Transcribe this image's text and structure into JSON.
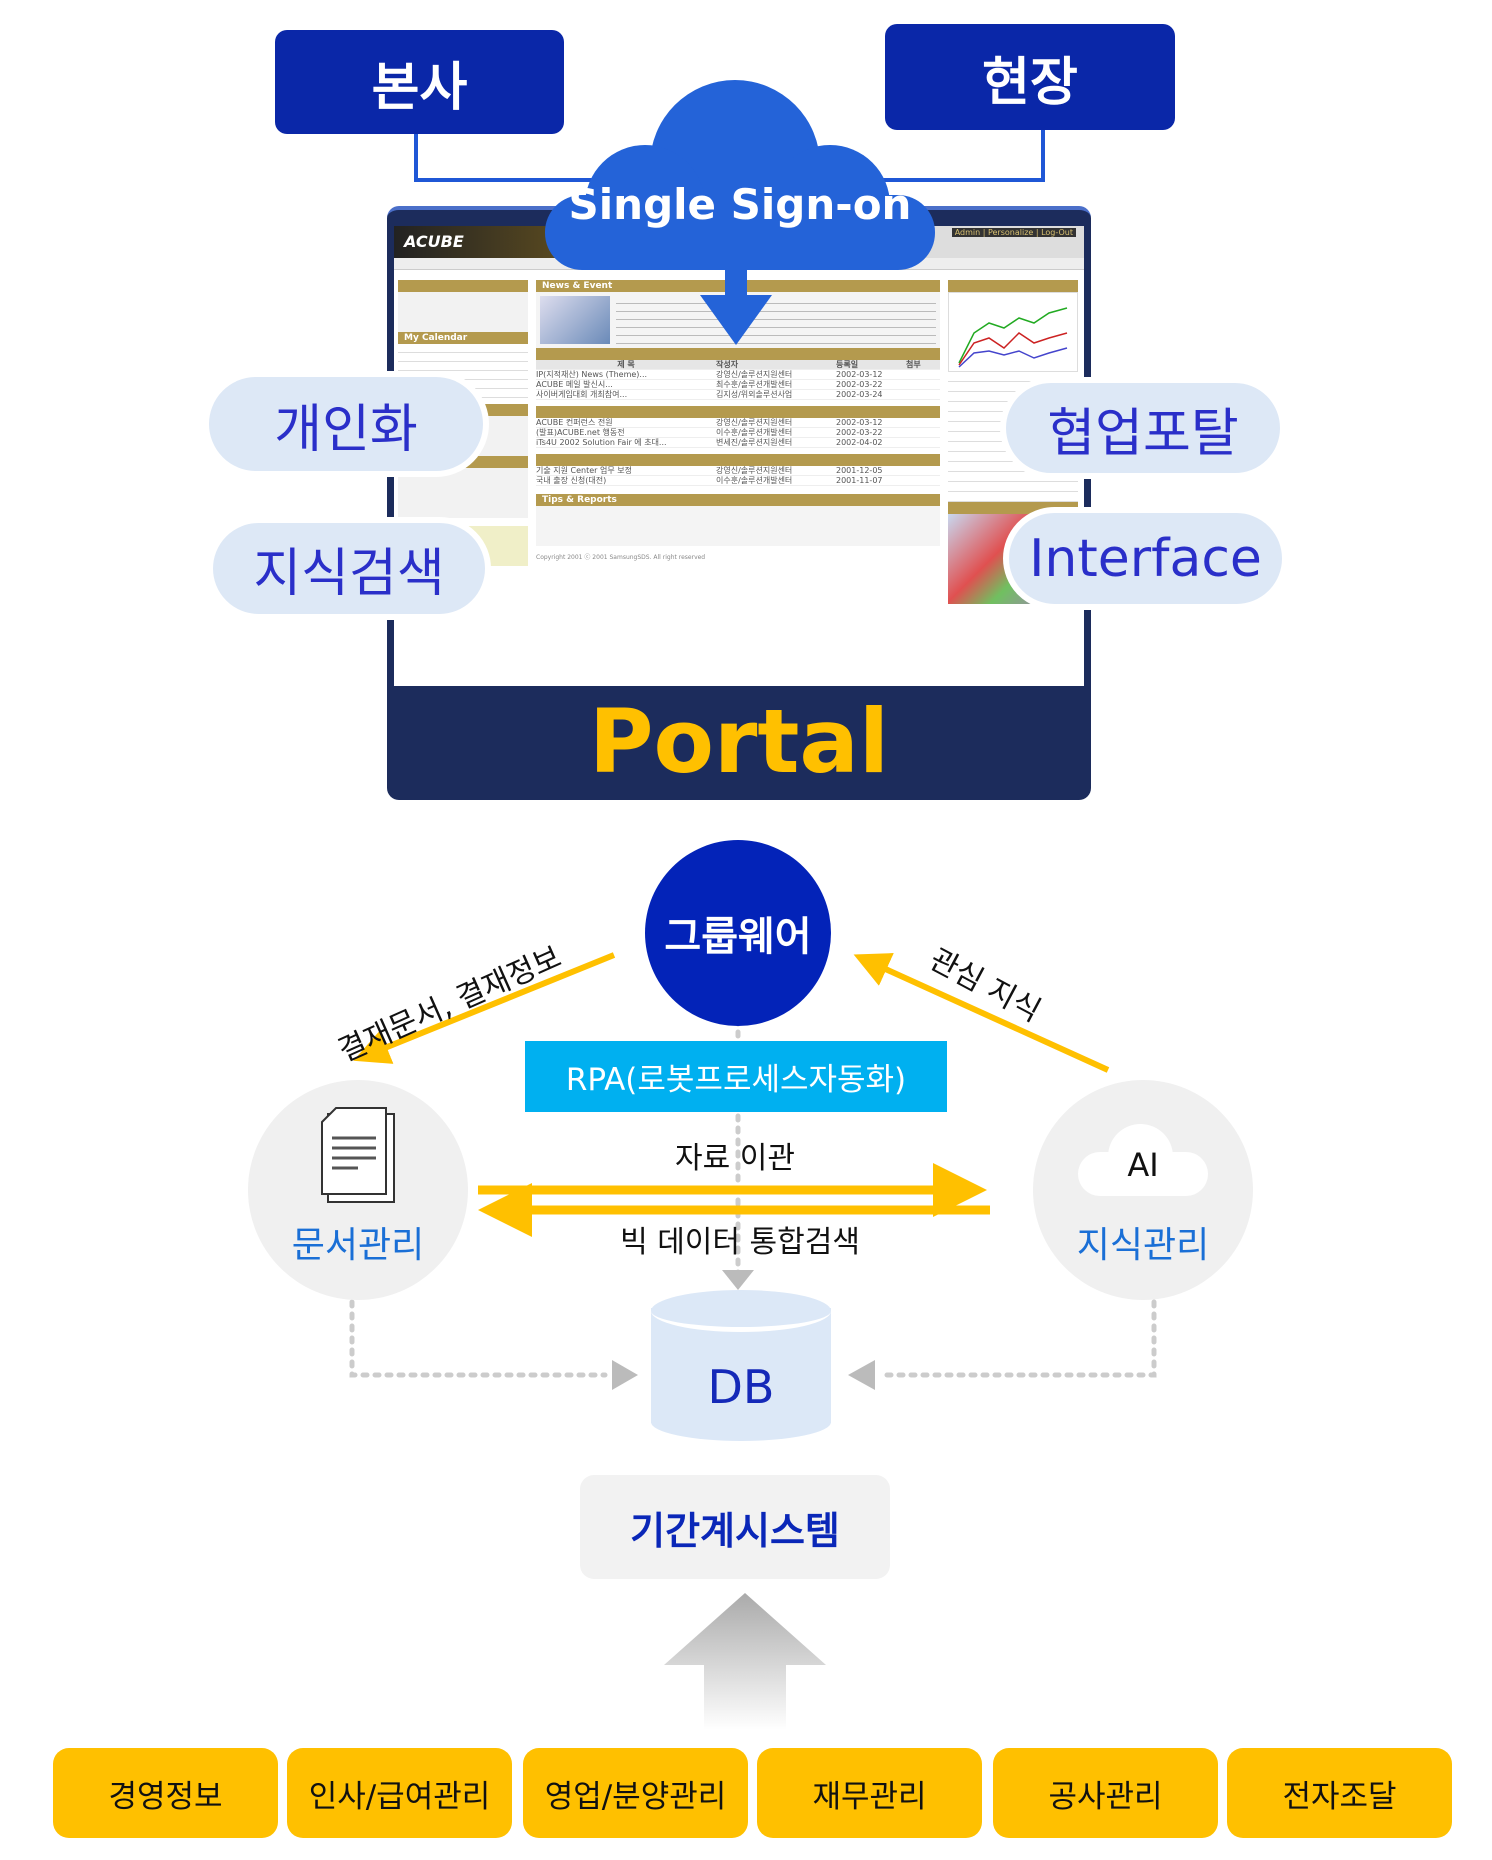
{
  "top": {
    "hq_label": "본사",
    "site_label": "현장",
    "sso_label": "Single Sign-on"
  },
  "portal": {
    "title": "Portal",
    "screenshot": {
      "logo": "ACUBE",
      "top_links": "Admin | Personalize | Log-Out",
      "news_header": "News & Event",
      "calendar_header": "My Calendar",
      "tips_header": "Tips & Reports",
      "table_headers": [
        "제 목",
        "작성자",
        "등록일",
        "첨부"
      ],
      "rows": [
        [
          "IP(지적재산) News (Theme)...",
          "강영신/솔루션지원센터",
          "2002-03-12"
        ],
        [
          "ACUBE 메일 발신시...",
          "최수훈/솔루션개발센터",
          "2002-03-22"
        ],
        [
          "사이버게임대회 개최참여...",
          "김지성/위외솔루션사업",
          "2002-03-24"
        ],
        [
          "ACUBE 컨퍼런스 전원",
          "강영신/솔루션지원센터",
          "2002-03-12"
        ],
        [
          "(발표)ACUBE.net 행동전",
          "이수훈/솔루션개발센터",
          "2002-03-22"
        ],
        [
          "iTs4U 2002 Solution Fair 에 초대...",
          "변세진/솔루션지원센터",
          "2002-04-02"
        ],
        [
          "기술 지원 Center 업무 보정",
          "강영신/솔루션지원센터",
          "2001-12-05"
        ],
        [
          "국내 출장 신청(대전)",
          "이수훈/솔루션개발센터",
          "2001-11-07"
        ]
      ],
      "copyright": "Copyright 2001 ⓒ 2001 SamsungSDS. All right reserved"
    },
    "features_left": [
      "개인화",
      "지식검색"
    ],
    "features_right": [
      "협업포탈",
      "Interface"
    ]
  },
  "flow": {
    "groupware": "그룹웨어",
    "rpa": "RPA(로봇프로세스자동화)",
    "left_arrow_label": "결재문서, 결재정보",
    "right_arrow_label": "관심 지식",
    "doc_mgmt": "문서관리",
    "knowledge_mgmt": "지식관리",
    "ai_label": "AI",
    "transfer_label": "자료 이관",
    "search_label": "빅 데이터 통합검색",
    "db_label": "DB",
    "core_system": "기간계시스템"
  },
  "systems": [
    "경영정보",
    "인사/급여관리",
    "영업/분양관리",
    "재무관리",
    "공사관리",
    "전자조달"
  ],
  "colors": {
    "navy": "#0a27a8",
    "sky": "#00b0f0",
    "yellow": "#ffc000",
    "portal_bg": "#1c2c5c",
    "cloud": "#2463d8",
    "pill": "#dde8f6"
  }
}
